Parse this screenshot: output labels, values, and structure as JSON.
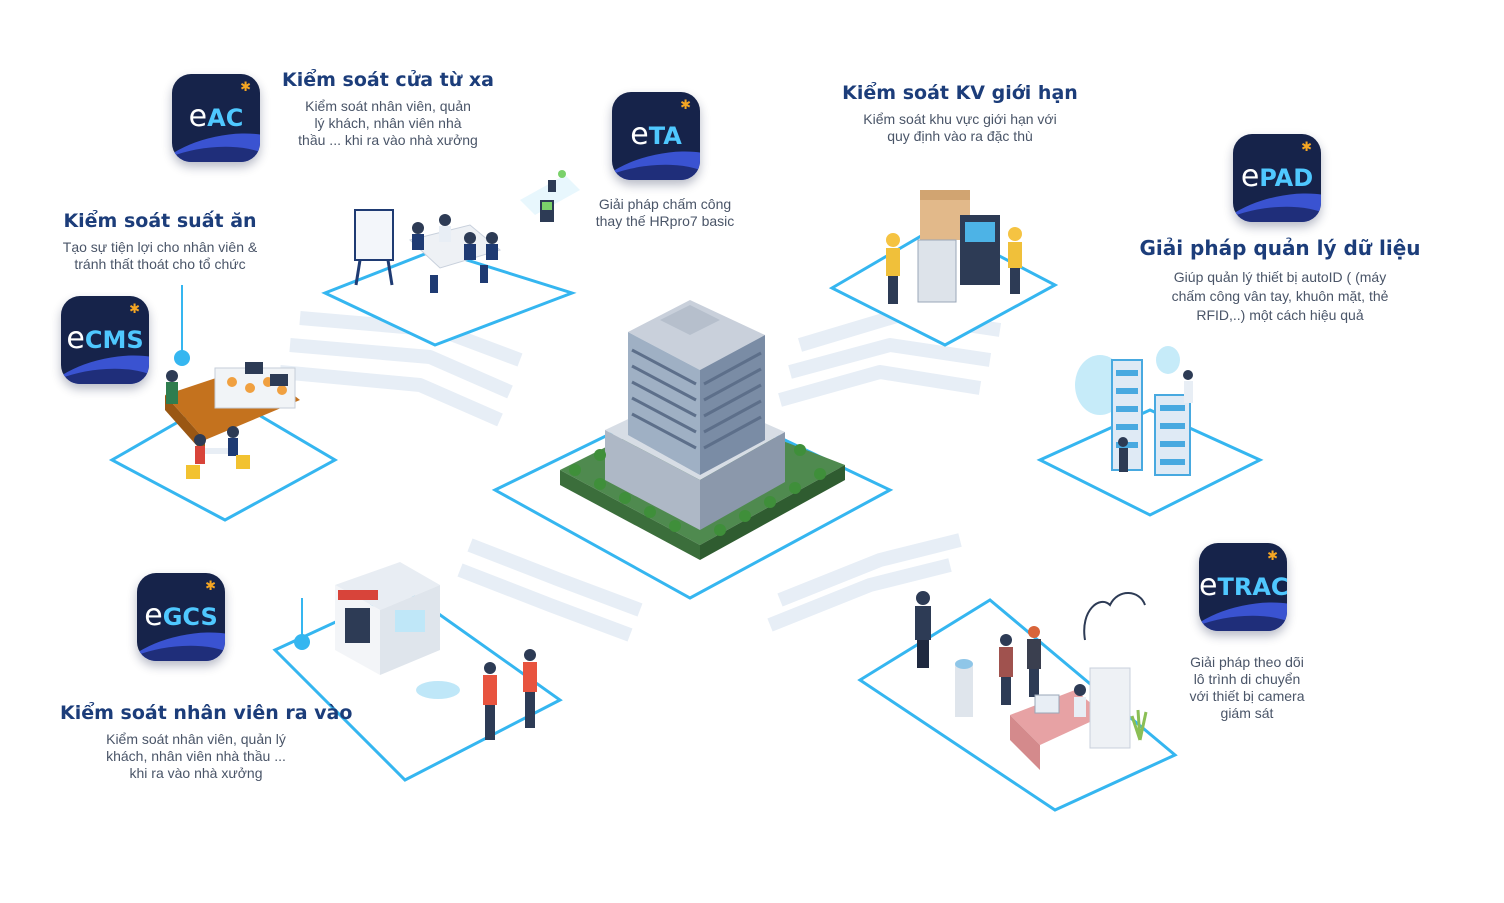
{
  "modules": [
    {
      "id": "eac",
      "icon": {
        "prefix": "e",
        "name": "AC"
      },
      "title": "Kiểm soát cửa từ xa",
      "desc": [
        "Kiểm soát nhân viên, quản",
        "lý khách, nhân viên nhà",
        "thầu ... khi ra vào nhà xưởng"
      ]
    },
    {
      "id": "eta",
      "icon": {
        "prefix": "e",
        "name": "TA"
      },
      "title": "",
      "desc": [
        "Giải pháp chấm công",
        "thay thế HRpro7 basic"
      ]
    },
    {
      "id": "ekv",
      "title": "Kiểm soát KV giới hạn",
      "desc": [
        "Kiểm soát khu vực giới hạn với",
        "quy định vào ra đặc thù"
      ]
    },
    {
      "id": "epad",
      "icon": {
        "prefix": "e",
        "name": "PAD"
      },
      "title": "Giải pháp quản lý dữ liệu",
      "desc": [
        "Giúp quản lý thiết bị autoID ( (máy",
        "chấm công vân tay, khuôn mặt, thẻ",
        "RFID,..) một cách hiệu quả"
      ]
    },
    {
      "id": "ecms",
      "icon": {
        "prefix": "e",
        "name": "CMS"
      },
      "title": "Kiểm soát suất ăn",
      "desc": [
        "Tạo sự tiện lợi cho nhân viên &",
        "tránh thất thoát cho tổ chức"
      ]
    },
    {
      "id": "egcs",
      "icon": {
        "prefix": "e",
        "name": "GCS"
      },
      "title": "Kiểm soát nhân viên ra vào",
      "desc": [
        "Kiểm soát nhân viên, quản lý",
        "khách, nhân viên nhà thầu ...",
        "khi ra vào nhà xưởng"
      ]
    },
    {
      "id": "etrac",
      "icon": {
        "prefix": "e",
        "name": "TRAC"
      },
      "title": "",
      "desc": [
        "Giải pháp theo dõi",
        "lô trình di chuyển",
        "với thiết bị camera",
        "giám sát"
      ]
    }
  ],
  "colors": {
    "title": "#1c3d7a",
    "icon_bg": "#16234a",
    "icon_accent": "#4fc8ff",
    "platform_glow": "#35b6f0"
  }
}
